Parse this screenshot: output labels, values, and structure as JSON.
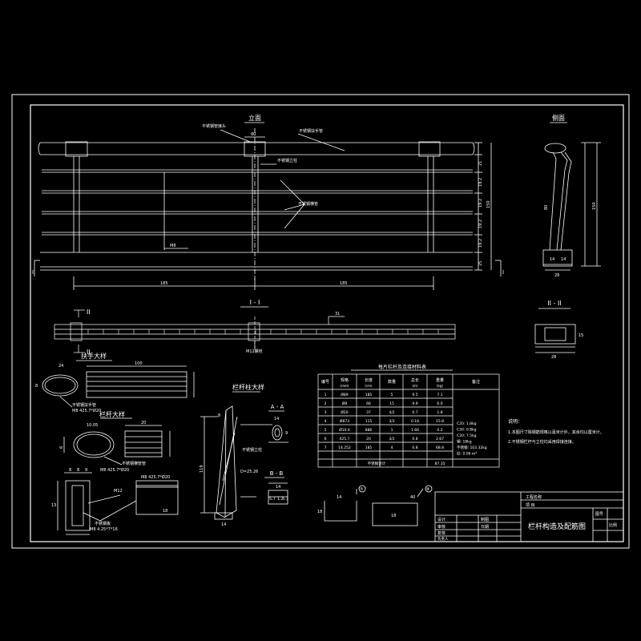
{
  "views": {
    "elevation": {
      "title": "立面",
      "label_handrail_pipe": "不锈钢扶手管",
      "label_post_joint": "不锈钢管接头",
      "label_post": "不锈钢立柱",
      "label_rails": "不锈钢横管",
      "label_m8": "M8",
      "dim_span_left": "185",
      "dim_span_right": "185",
      "dim_joint_width": "80",
      "dim_height": "150",
      "dim_r1": "21",
      "dim_r2": "19.2",
      "dim_r3": "19.2",
      "dim_r4": "19.2",
      "dim_r5": "19.2",
      "dim_base": "25",
      "mark_left": "I",
      "mark_right": "I"
    },
    "side": {
      "title": "侧面",
      "dim_total": "150",
      "dim_a": "80",
      "dim_base_w": "28",
      "dim_b1": "14",
      "dim_b2": "14"
    },
    "section_i": {
      "title": "I - I",
      "label_bolt": "M12螺栓",
      "dim": "31",
      "mark_top": "II",
      "mark_bottom": "II"
    },
    "section_ii": {
      "title": "II - II",
      "dim_w": "28",
      "dim_h": "15"
    },
    "detail_handrail": {
      "title": "扶手大样",
      "dim_w": "100",
      "dim_d": "24",
      "dim_h": "8",
      "label_pipe": "不锈钢扶手管",
      "label_spec": "M8 425.7*Ø20"
    },
    "detail_post_top": {
      "title": "栏杆大样",
      "dim_w": "20",
      "dim_d": "10.05",
      "dim_h": "6",
      "label_pipe": "不锈钢横管管",
      "label_spec": "M8 425.7*Ø20"
    },
    "detail_base": {
      "label_m": "M12",
      "label_spec": "M8 425.7*Ø20",
      "label_plate": "不锈钢板",
      "label_spec2": "M8 4.25*7*16",
      "dims": [
        "8",
        "8",
        "9",
        "13",
        "18"
      ]
    },
    "detail_post": {
      "title": "栏杆柱大样",
      "label_post": "不锈钢立柱",
      "label_d": "D=25.26",
      "dim_total": "119",
      "dim_a": "14",
      "dim_b": "8"
    },
    "section_a": {
      "title": "A - A",
      "dims": [
        "14",
        "9"
      ]
    },
    "section_b": {
      "title": "B - B",
      "dims": [
        "14",
        "5.7",
        "1.2",
        "5.7"
      ]
    },
    "bar_shapes": {
      "bar_1": {
        "mark": "⑦",
        "dim_a": "14",
        "dim_b": "18"
      },
      "bar_2": {
        "mark": "⑧",
        "dim_a": "40",
        "dim_b": "18"
      }
    },
    "table": {
      "title": "每片栏杆及连接材料表",
      "headers": [
        "编号",
        "规格",
        "长度",
        "数量",
        "总长",
        "重量",
        "备注"
      ],
      "units": [
        "",
        "(mm)",
        "(cm)",
        "",
        "(m)",
        "(kg)",
        ""
      ],
      "rows": [
        [
          "1",
          "Ø89",
          "185",
          "5",
          "9.5",
          "7.1"
        ],
        [
          "2",
          "Ø8",
          "66",
          "15",
          "9.9",
          "6.0"
        ],
        [
          "3",
          "Ø20",
          "37",
          "4/2",
          "0.7",
          "1.8"
        ],
        [
          "4",
          "Ø873",
          "115",
          "3/2",
          "0.18",
          "15.8"
        ],
        [
          "5",
          "Ø10.4",
          "886",
          "1",
          "1.66",
          "0.2"
        ],
        [
          "6",
          "425.7",
          "20",
          "3/2",
          "0.8",
          "2.67"
        ],
        [
          "7",
          "14.252",
          "185",
          "4",
          "0.8",
          "68.8"
        ]
      ],
      "total_label": "不锈钢合计",
      "total_value": "87.35",
      "notes": [
        "C20: 1.8kg",
        "C30: 0.8kg",
        "C20: 7.5kg",
        "钢: 18kg",
        "不锈钢: 103.32kg",
        "砼: 0.06 m³"
      ]
    },
    "remarks": {
      "title": "说明：",
      "lines": [
        "1.本图尺寸除钢筋规格以毫米计外，其余均以厘米计。",
        "2.不锈钢栏杆与立柱均采用焊接连接。"
      ]
    },
    "title_block": {
      "project_label": "工程名称",
      "item_label": "项 目",
      "drawing_title": "栏杆构造及配筋图",
      "fields": [
        "设计",
        "审核",
        "复核",
        "负责人",
        "制图",
        "日期",
        "图号",
        "比例"
      ]
    }
  }
}
